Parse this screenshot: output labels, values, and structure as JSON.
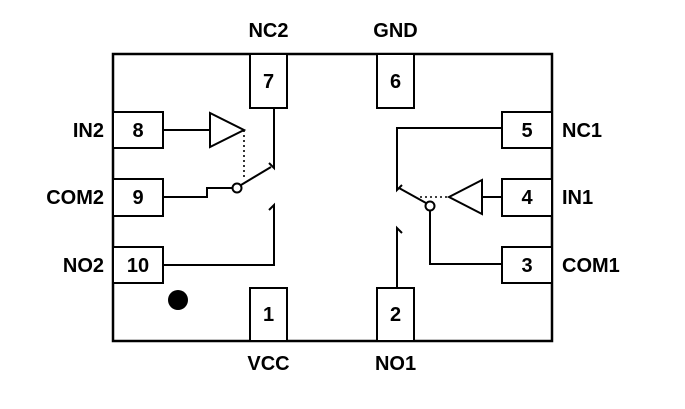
{
  "pins": {
    "p1": {
      "num": "1",
      "name": "VCC"
    },
    "p2": {
      "num": "2",
      "name": "NO1"
    },
    "p3": {
      "num": "3",
      "name": "COM1"
    },
    "p4": {
      "num": "4",
      "name": "IN1"
    },
    "p5": {
      "num": "5",
      "name": "NC1"
    },
    "p6": {
      "num": "6",
      "name": "GND"
    },
    "p7": {
      "num": "7",
      "name": "NC2"
    },
    "p8": {
      "num": "8",
      "name": "IN2"
    },
    "p9": {
      "num": "9",
      "name": "COM2"
    },
    "p10": {
      "num": "10",
      "name": "NO2"
    }
  },
  "colors": {
    "ink": "#000000",
    "background": "#ffffff"
  }
}
